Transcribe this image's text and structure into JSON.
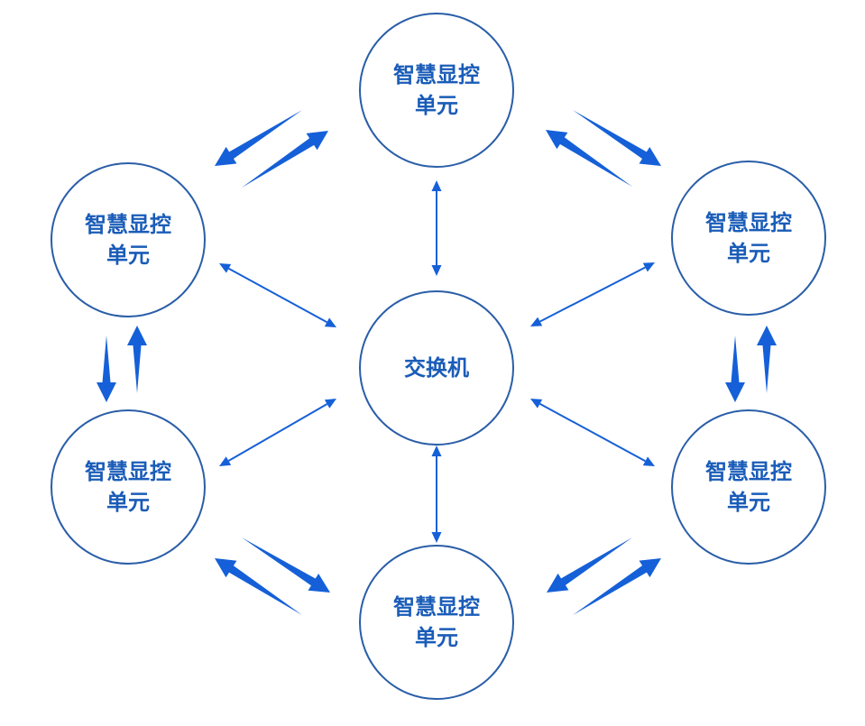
{
  "colors": {
    "circle_stroke": "#2a5ea8",
    "text": "#1a5cb8",
    "arrow": "#1560d8"
  },
  "switch": {
    "label": "交换机"
  },
  "units": [
    {
      "line1": "智慧显控",
      "line2": "单元"
    },
    {
      "line1": "智慧显控",
      "line2": "单元"
    },
    {
      "line1": "智慧显控",
      "line2": "单元"
    },
    {
      "line1": "智慧显控",
      "line2": "单元"
    },
    {
      "line1": "智慧显控",
      "line2": "单元"
    },
    {
      "line1": "智慧显控",
      "line2": "单元"
    }
  ]
}
